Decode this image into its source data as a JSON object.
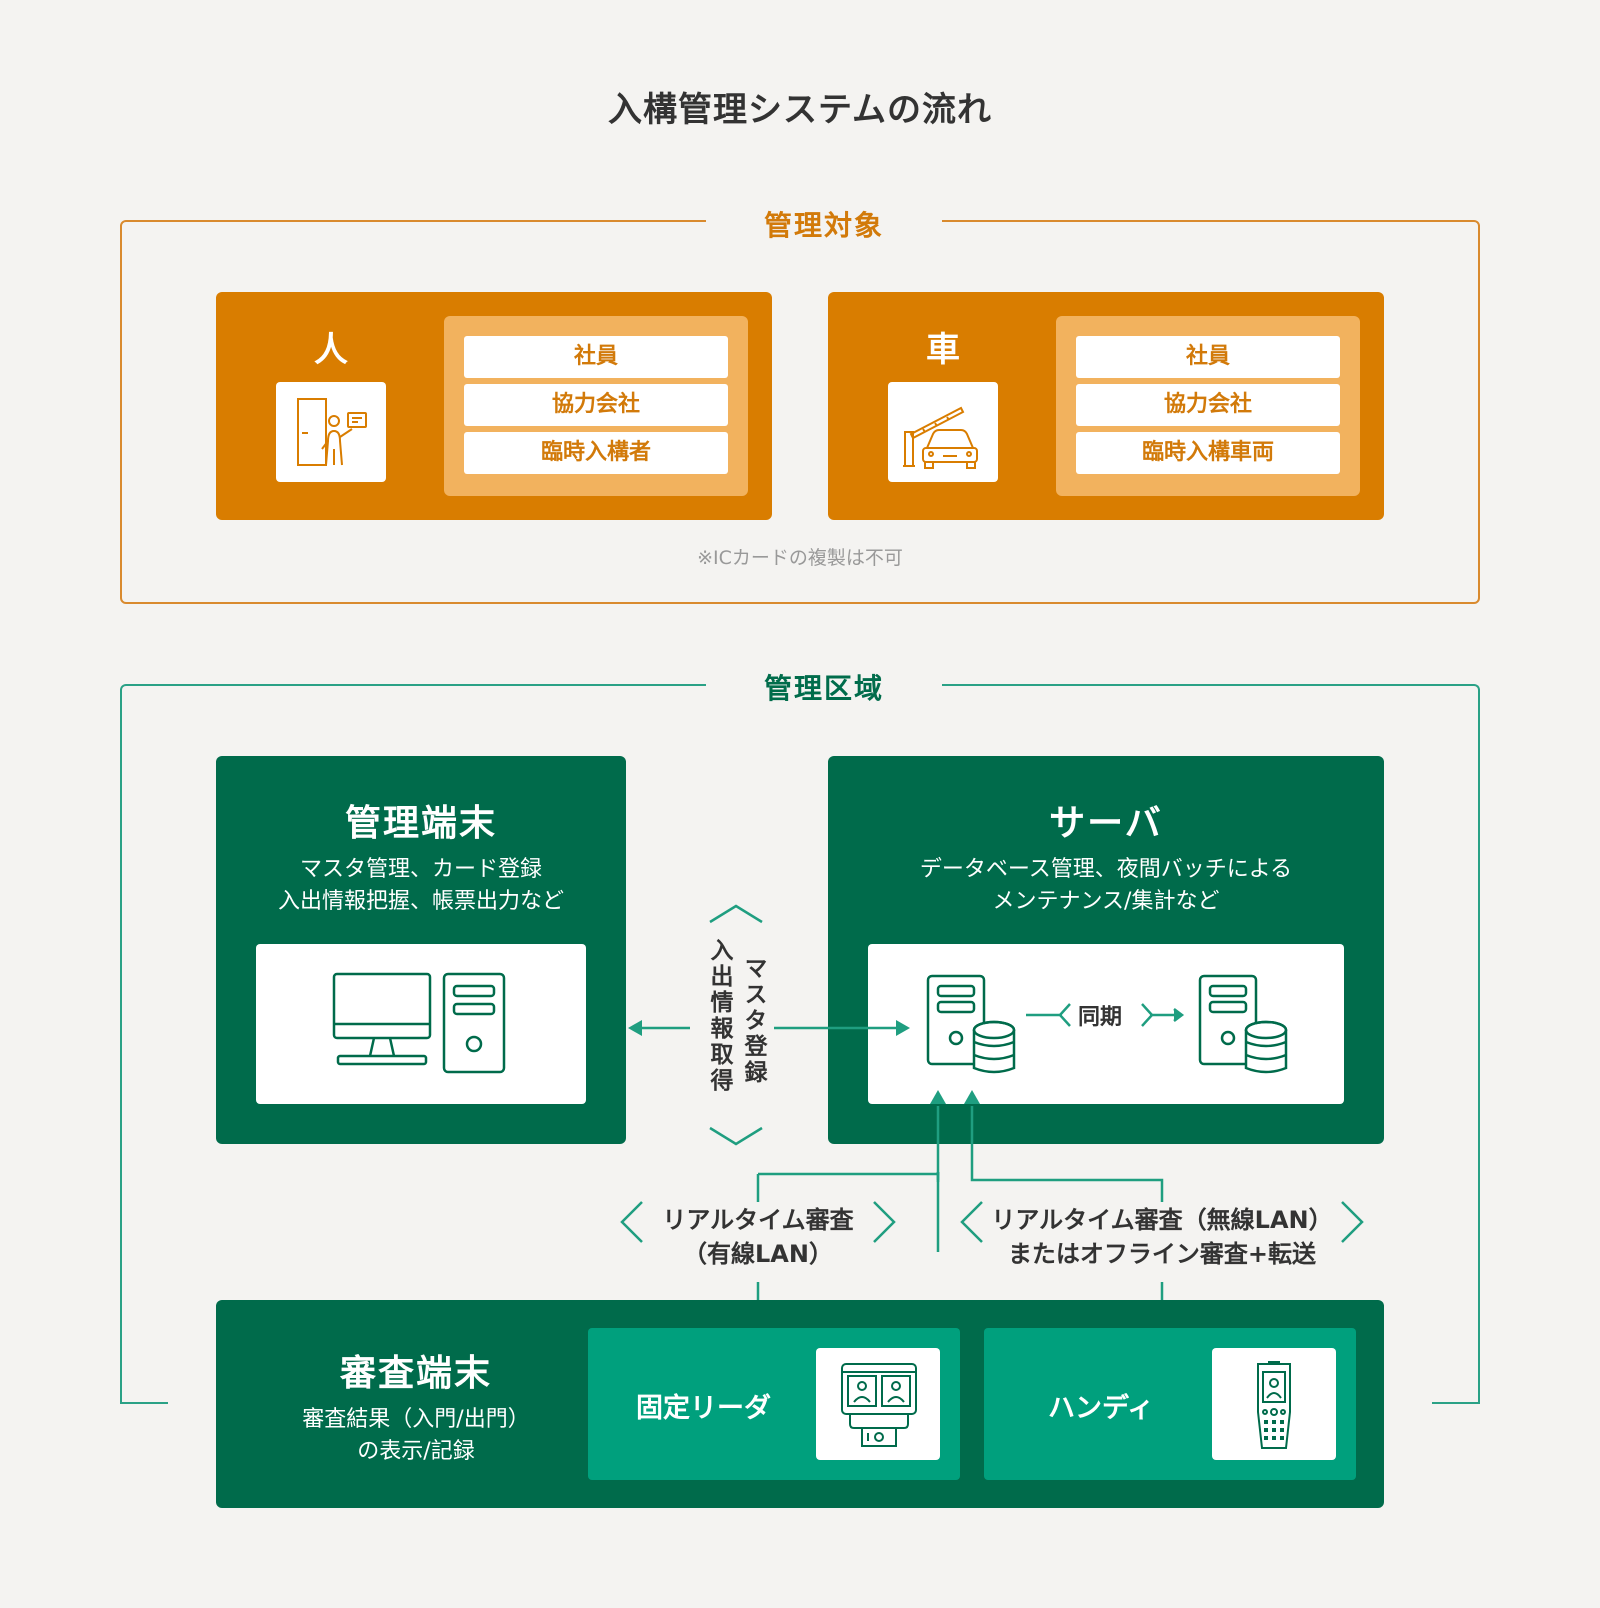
{
  "title": "入構管理システムの流れ",
  "targets": {
    "label": "管理対象",
    "person": {
      "name": "人",
      "icon": "person-badge-door-icon",
      "items": [
        "社員",
        "協力会社",
        "臨時入構者"
      ]
    },
    "vehicle": {
      "name": "車",
      "icon": "car-gate-icon",
      "items": [
        "社員",
        "協力会社",
        "臨時入構車両"
      ]
    },
    "note": "※ICカードの複製は不可"
  },
  "area": {
    "label": "管理区域",
    "admin": {
      "title": "管理端末",
      "desc": [
        "マスタ管理、カード登録",
        "入出情報把握、帳票出力など"
      ],
      "icon": "desktop-pc-icon"
    },
    "server": {
      "title": "サーバ",
      "desc": [
        "データベース管理、夜間バッチによる",
        "メンテナンス/集計など"
      ],
      "sync_label": "同期",
      "icon": "server-database-icon"
    },
    "exchange": {
      "left_label": "入出情報取得",
      "right_label": "マスタ登録"
    },
    "wired": [
      "リアルタイム審査",
      "（有線LAN）"
    ],
    "wireless": [
      "リアルタイム審査（無線LAN）",
      "またはオフライン審査+転送"
    ],
    "inspection": {
      "title": "審査端末",
      "desc": [
        "審査結果（入門/出門）",
        "の表示/記録"
      ],
      "fixed_reader": "固定リーダ",
      "handy": "ハンディ"
    }
  },
  "colors": {
    "orange": "#d97d00",
    "orange_light": "#f2b25e",
    "green_dark": "#006b4b",
    "green_teal": "#00a07d",
    "arrow": "#1f9e80"
  }
}
